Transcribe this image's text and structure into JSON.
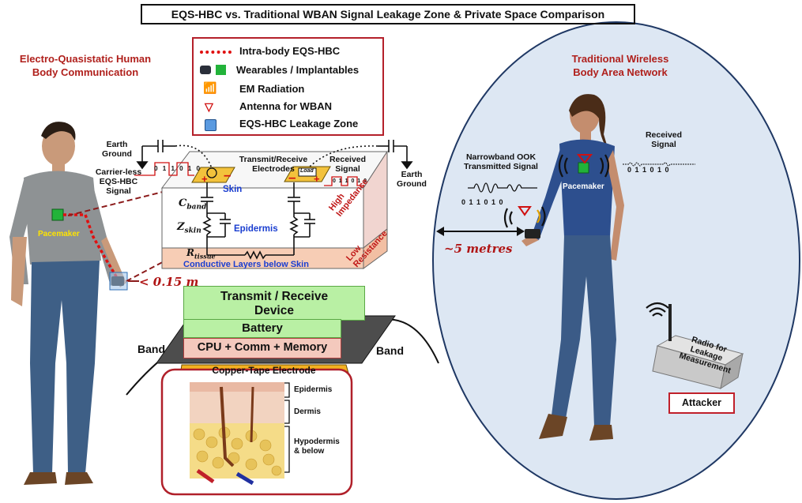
{
  "header": {
    "title": "EQS-HBC vs. Traditional WBAN Signal Leakage Zone & Private Space Comparison"
  },
  "left_title": "Electro-Quasistatic Human\nBody Communication",
  "right_title": "Traditional Wireless\nBody Area Network",
  "legend": {
    "items": [
      {
        "label": "Intra-body EQS-HBC",
        "icon": "red-dotted-line"
      },
      {
        "label": "Wearables / Implantables",
        "icon": "device-icons"
      },
      {
        "label": "EM Radiation",
        "icon": "wifi-icon"
      },
      {
        "label": "Antenna for WBAN",
        "icon": "antenna-icon"
      },
      {
        "label": "EQS-HBC Leakage Zone",
        "icon": "leakage-square-icon"
      }
    ]
  },
  "circuit": {
    "earth_ground_left": "Earth\nGround",
    "earth_ground_right": "Earth\nGround",
    "carrier_less": "Carrier-less\nEQS-HBC\nSignal",
    "tx_rx_electrodes": "Transmit/Receive\nElectrodes",
    "received_signal": "Received\nSignal",
    "skin": "Skin",
    "epidermis": "Epidermis",
    "conductive": "Conductive Layers below Skin",
    "high_impedance": "High Impedance",
    "low_resistance": "Low Resistance",
    "c_band": "C",
    "c_band_sub": "band",
    "z_skin": "Z",
    "z_skin_sub": "skin",
    "r_tissue": "R",
    "r_tissue_sub": "tissue",
    "load": "Load",
    "bits_left": "0 1 1 0 1 0",
    "bits_right": "0 1 1 0 1 0",
    "pacemaker_left": "Pacemaker",
    "distance_left": "< 0.15  m"
  },
  "stack": {
    "transmit_receive": "Transmit / Receive\nDevice",
    "battery": "Battery",
    "cpu": "CPU + Comm + Memory",
    "copper": "Copper-Tape Electrode",
    "band_left": "Band",
    "band_right": "Band",
    "layers": [
      "Epidermis",
      "Dermis",
      "Hypodermis\n& below"
    ]
  },
  "wban": {
    "narrowband": "Narrowband OOK\nTransmitted Signal",
    "received": "Received\nSignal",
    "bits_tx": "0  1  1  0  1  0",
    "bits_rx": "0  1  1  0  1  0",
    "pacemaker": "Pacemaker",
    "distance": "~5 metres",
    "radio": "Radio for\nLeakage\nMeasurement",
    "attacker": "Attacker"
  }
}
